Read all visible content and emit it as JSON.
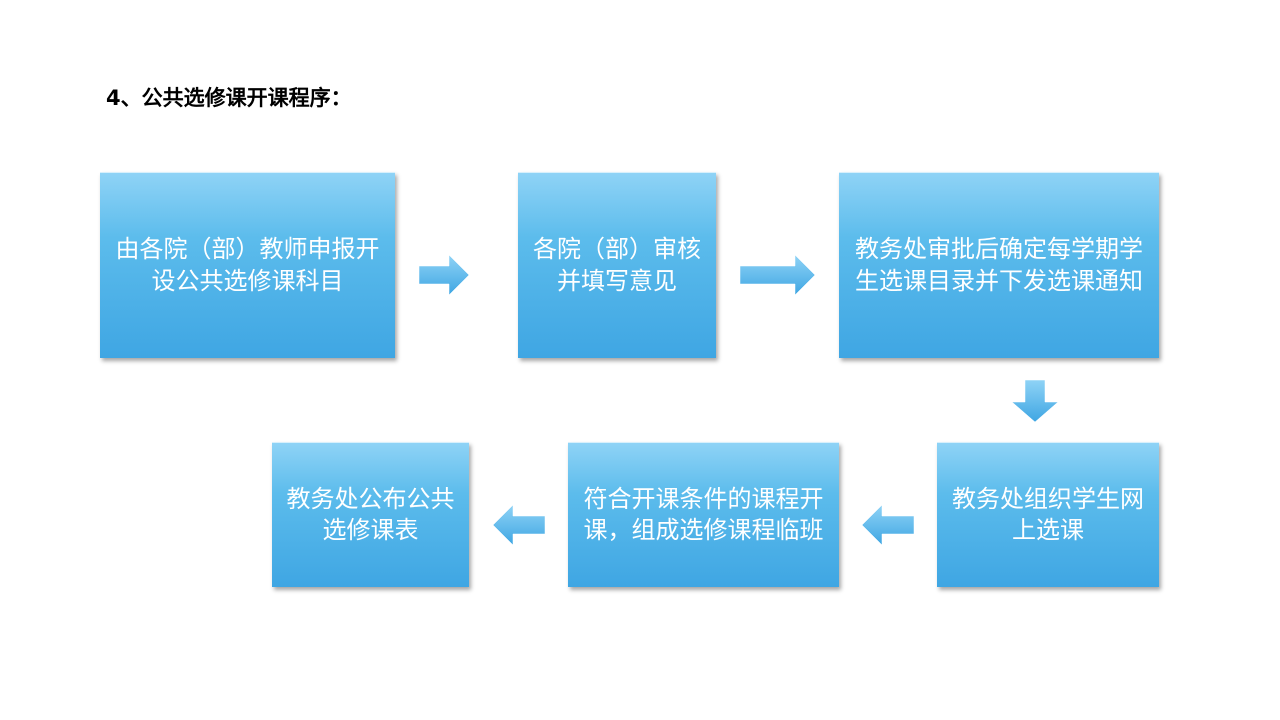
{
  "title": "4、公共选修课开课程序：",
  "steps": [
    {
      "text": "由各院（部）教师申报开设公共选修课科目"
    },
    {
      "text": "各院（部）审核并填写意见"
    },
    {
      "text": "教务处审批后确定每学期学生选课目录并下发选课通知"
    },
    {
      "text": "教务处组织学生网上选课"
    },
    {
      "text": "符合开课条件的课程开课，组成选修课程临班"
    },
    {
      "text": "教务处公布公共选修课表"
    }
  ],
  "colors": {
    "box_top": "#8fd3f6",
    "box_bottom": "#3fa6e3",
    "arrow": "#4aaee6",
    "title": "#000000"
  }
}
